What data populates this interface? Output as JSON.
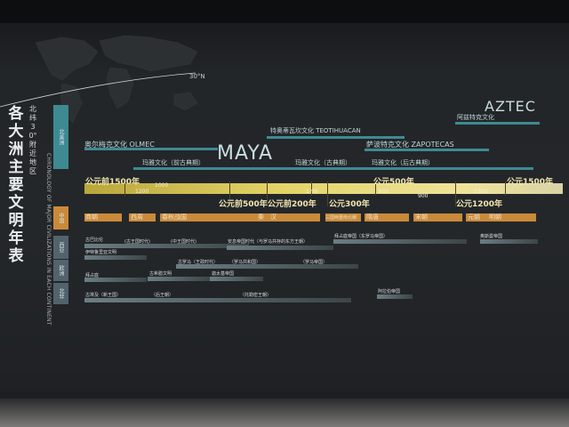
{
  "title_vertical": "各大洲主要文明年表",
  "subtitle_vertical": "北纬30°附近地区",
  "subtitle_english": "CHRONOLOGY OF MAJOR CIVILIZATIONS IN EACH CONTINENT",
  "map_latitude": "30°N",
  "regions": {
    "north_america": "北美洲",
    "china": "中国",
    "west_asia": "西亚",
    "europe": "欧洲",
    "africa": "北非"
  },
  "americas": {
    "olmec": "奥尔梅克文化 OLMEC",
    "maya_pre": "玛雅文化（前古典期）",
    "maya": "MAYA",
    "maya_classic": "玛雅文化（古典期）",
    "maya_post": "玛雅文化（后古典期）",
    "teotihuacan": "特奥蒂瓦坎文化 TEOTIHUACAN",
    "zapotecas": "萨波特克文化 ZAPOTECAS",
    "aztec_cn": "阿兹特克文化",
    "aztec": "AZTEC"
  },
  "timeline": {
    "big": [
      "公元前1500年",
      "公元前500年",
      "公元前200年",
      "公元300年",
      "公元500年",
      "公元1200年",
      "公元1500年"
    ],
    "small": [
      "1200",
      "1000",
      "1-99",
      "600",
      "900",
      "1300"
    ]
  },
  "china": {
    "dynasties": [
      "商朝",
      "西周",
      "春秋战国",
      "秦",
      "汉",
      "三国两晋南北朝",
      "隋唐",
      "宋朝",
      "元朝",
      "明朝"
    ]
  },
  "west_asia": {
    "items": [
      "古巴比伦",
      "(古王国时代)",
      "(中王国时代)",
      "伊特鲁里亚文明",
      "安息帝国时代（与罗马共存的东方王朝）",
      "拜占庭帝国（东罗马帝国）",
      "奥斯曼帝国"
    ]
  },
  "europe": {
    "items": [
      "古罗马（王政时代）",
      "（罗马共和国）",
      "（罗马帝国）",
      "拜占庭",
      "古希腊文明",
      "迦太基帝国"
    ]
  },
  "africa": {
    "items": [
      "古埃及（新王国）",
      "（后王朝）",
      "（托勒密王朝）",
      "阿拉伯帝国"
    ]
  }
}
